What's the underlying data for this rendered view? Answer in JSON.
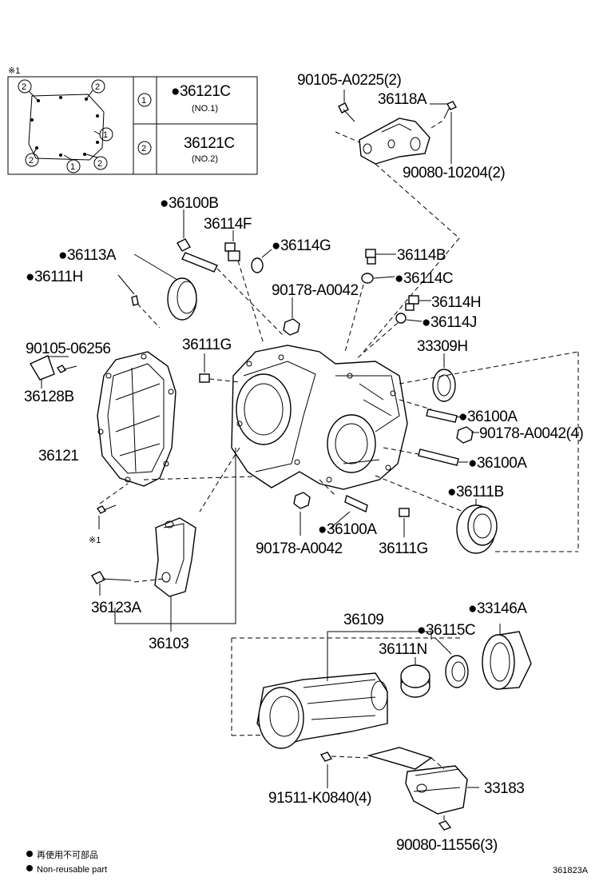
{
  "inset": {
    "ref_mark": "※1",
    "rows": [
      {
        "num": "1",
        "part": "●36121C",
        "sub": "(NO.1)"
      },
      {
        "num": "2",
        "part": "36121C",
        "sub": "(NO.2)"
      }
    ]
  },
  "labels": {
    "p90105A0225": "90105-A0225(2)",
    "p36118A": "36118A",
    "p9008010204": "90080-10204(2)",
    "p36100B": "●36100B",
    "p36114F": "36114F",
    "p36114G": "●36114G",
    "p36114B": "36114B",
    "p36113A": "●36113A",
    "p36111H": "●36111H",
    "p36114C": "●36114C",
    "p90178A0042a": "90178-A0042",
    "p36114H": "36114H",
    "p36114J": "●36114J",
    "p36111Ga": "36111G",
    "p33309H": "33309H",
    "p9010506256": "90105-06256",
    "p36128B": "36128B",
    "p36100Aa": "●36100A",
    "p90178A0042_4": "90178-A0042(4)",
    "p36121": "36121",
    "p36100Ab": "●36100A",
    "p36111B": "●36111B",
    "p36100Ac": "●36100A",
    "p90178A0042b": "90178-A0042",
    "p36111Gb": "36111G",
    "ref1": "※1",
    "p36123A": "36123A",
    "p36103": "36103",
    "p36109": "36109",
    "p33146A": "●33146A",
    "p36115C": "●36115C",
    "p36111N": "36111N",
    "p33183": "33183",
    "p91511K0840": "91511-K0840(4)",
    "p9008011556": "90080-11556(3)"
  },
  "legend": {
    "line_jp": "再使用不可部品",
    "line_en": "Non-reusable part"
  },
  "diagram_id": "361823A"
}
